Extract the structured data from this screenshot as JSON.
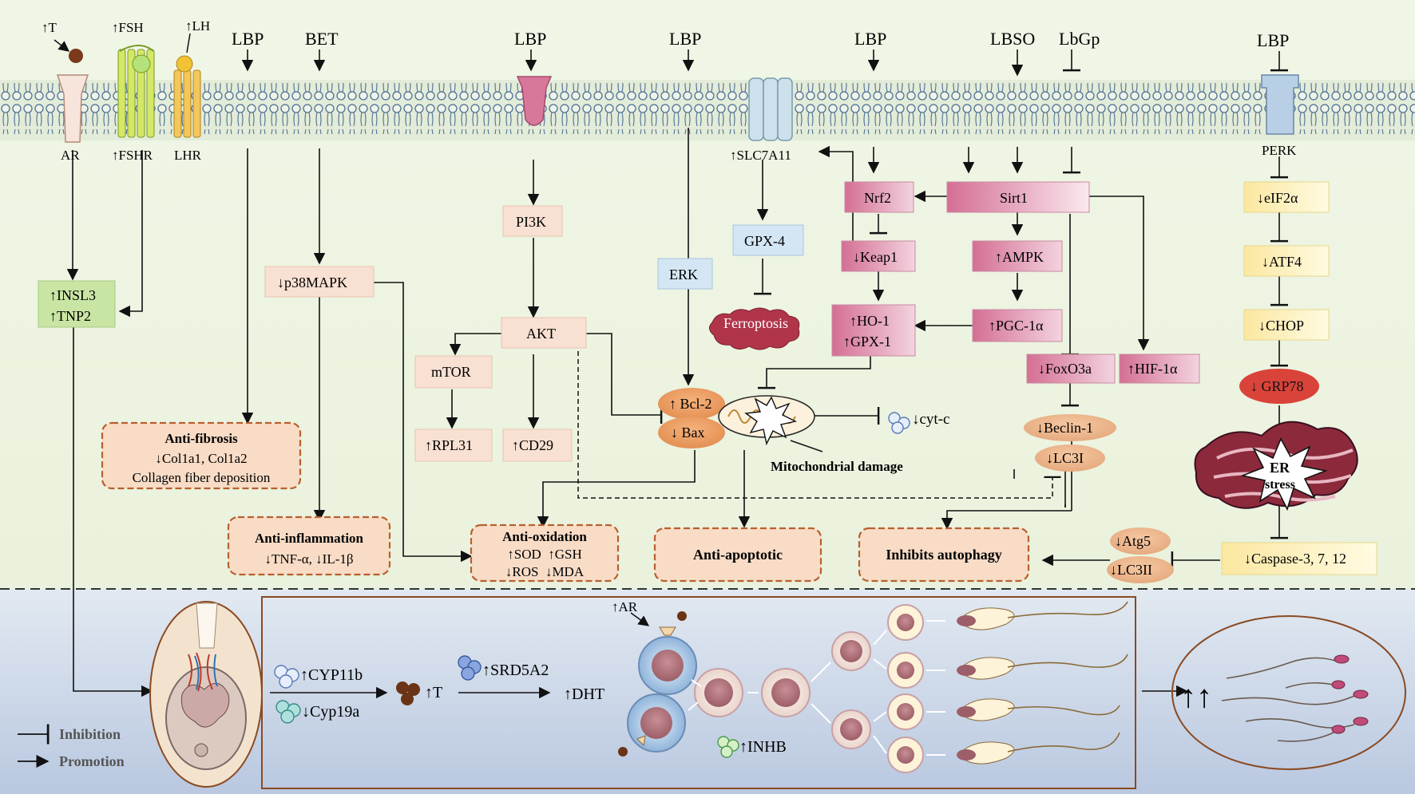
{
  "colors": {
    "bg_top": "#eef5e2",
    "bg_bottom": "#c8d5e8",
    "pink": "#d9779a",
    "peach": "#f8e0d2",
    "blue_box": "#d4e6f4",
    "yellow_box": "#fdf2b8",
    "green_box": "#c9e5a3",
    "orange": "#f3c6a4",
    "orange_border": "#b8602e",
    "ferroptosis": "#b0354a",
    "grp78": "#d9433a"
  },
  "receptors": {
    "t": "↑T",
    "fsh": "↑FSH",
    "lh": "↑LH",
    "ar": "AR",
    "fshr": "↑FSHR",
    "lhr": "LHR",
    "slc7a11": "↑SLC7A11",
    "perk": "PERK"
  },
  "top_agents": {
    "lbp1": "LBP",
    "bet": "BET",
    "lbp2": "LBP",
    "lbp3": "LBP",
    "lbp4": "LBP",
    "lbso": "LBSO",
    "lbgp": "LbGp",
    "lbp5": "LBP"
  },
  "nodes": {
    "insl3": "↑INSL3",
    "tnp2": "↑TNP2",
    "p38": "↓p38MAPK",
    "pi3k": "PI3K",
    "akt": "AKT",
    "mtor": "mTOR",
    "rpl31": "↑RPL31",
    "cd29": "↑CD29",
    "erk": "ERK",
    "gpx4": "GPX-4",
    "ferroptosis": "Ferroptosis",
    "nrf2": "Nrf2",
    "keap1": "↓Keap1",
    "ho1": "↑HO-1",
    "gpx1": "↑GPX-1",
    "sirt1": "Sirt1",
    "ampk": "↑AMPK",
    "pgc": "↑PGC-1α",
    "foxo3a": "↓FoxO3a",
    "hif": "↑HIF-1α",
    "beclin": "↓Beclin-1",
    "lc3i": "↓LC3I",
    "bcl2": "↑ Bcl-2",
    "bax": "↓ Bax",
    "cytc": "↓cyt-c",
    "mito": "Mitochondrial damage",
    "eif2a": "↓eIF2α",
    "atf4": "↓ATF4",
    "chop": "↓CHOP",
    "grp78": "↓ GRP78",
    "er_stress_1": "ER",
    "er_stress_2": "stress",
    "atg5": "↓Atg5",
    "lc3ii": "↓LC3II",
    "caspase": "↓Caspase-3, 7, 12"
  },
  "outcomes": {
    "fibrosis_title": "Anti-fibrosis",
    "fibrosis_l1": "↓Col1a1, Col1a2",
    "fibrosis_l2": "Collagen fiber deposition",
    "inflam_title": "Anti-inflammation",
    "inflam_l1": "↓TNF-α, ↓IL-1β",
    "oxid_title": "Anti-oxidation",
    "oxid_l1": "↑SOD  ↑GSH",
    "oxid_l2": "↓ROS  ↓MDA",
    "apoptotic": "Anti-apoptotic",
    "autophagy": "Inhibits autophagy"
  },
  "bottom": {
    "cyp11b": "↑CYP11b",
    "cyp19a": "↓Cyp19a",
    "t": "↑T",
    "srd5a2": "↑SRD5A2",
    "dht": "↑DHT",
    "ar": "↑AR",
    "inhb": "↑INHB",
    "arrows": "↑↑"
  },
  "legend": {
    "inhibition": "Inhibition",
    "promotion": "Promotion"
  }
}
